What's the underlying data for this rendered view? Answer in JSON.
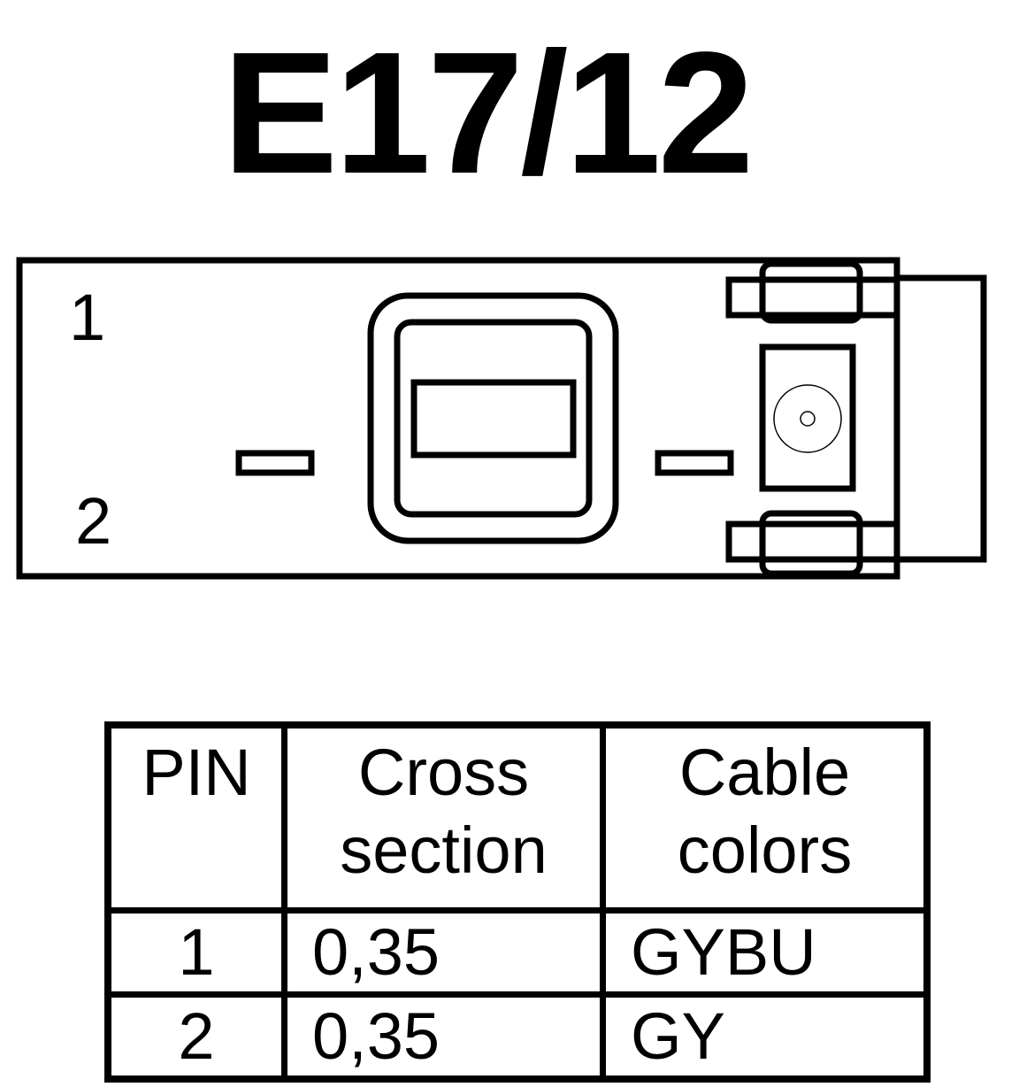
{
  "title": "E17/12",
  "connector": {
    "pin_labels": [
      "1",
      "2"
    ]
  },
  "table": {
    "headers": {
      "pin": "PIN",
      "cross_section": [
        "Cross",
        "section"
      ],
      "cable_colors": [
        "Cable",
        "colors"
      ]
    },
    "rows": [
      {
        "pin": "1",
        "cross_section": "0,35",
        "color": "GYBU"
      },
      {
        "pin": "2",
        "cross_section": "0,35",
        "color": "GY"
      }
    ]
  }
}
